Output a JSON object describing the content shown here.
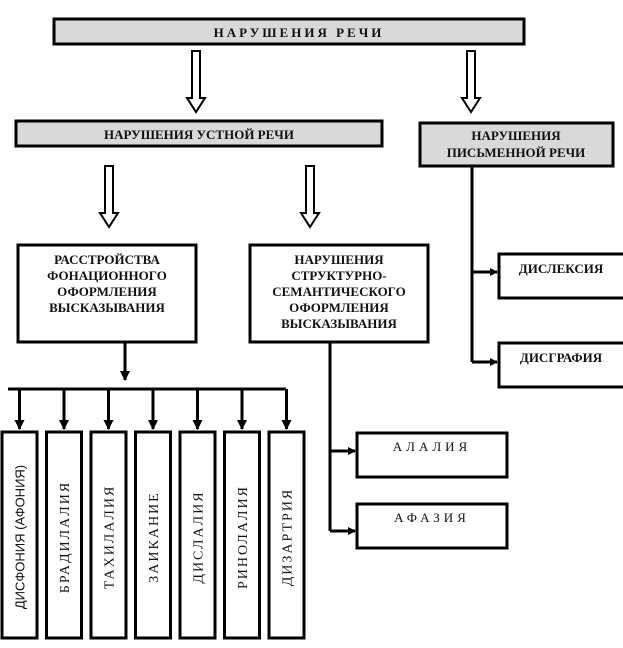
{
  "root": {
    "label": "НАРУШЕНИЯ  РЕЧИ"
  },
  "oral": {
    "label": "НАРУШЕНИЯ  УСТНОЙ  РЕЧИ",
    "phonation": {
      "lines": [
        "РАССТРОЙСТВА",
        "ФОНАЦИОННОГО",
        "ОФОРМЛЕНИЯ",
        "ВЫСКАЗЫВАНИЯ"
      ],
      "children": [
        "ДИСФОНИЯ (АФОНИЯ)",
        "БРАДИЛАЛИЯ",
        "ТАХИЛАЛИЯ",
        "ЗАИКАНИЕ",
        "ДИСЛАЛИЯ",
        "РИНОЛАЛИЯ",
        "ДИЗАРТРИЯ"
      ]
    },
    "structural": {
      "lines": [
        "НАРУШЕНИЯ",
        "СТРУКТУРНО-",
        "СЕМАНТИЧЕСКОГО",
        "ОФОРМЛЕНИЯ",
        "ВЫСКАЗЫВАНИЯ"
      ],
      "children": [
        "АЛАЛИЯ",
        "АФАЗИЯ"
      ]
    }
  },
  "written": {
    "lines": [
      "НАРУШЕНИЯ",
      "ПИСЬМЕННОЙ РЕЧИ"
    ],
    "children": [
      "ДИСЛЕКСИЯ",
      "ДИСГРАФИЯ"
    ]
  }
}
